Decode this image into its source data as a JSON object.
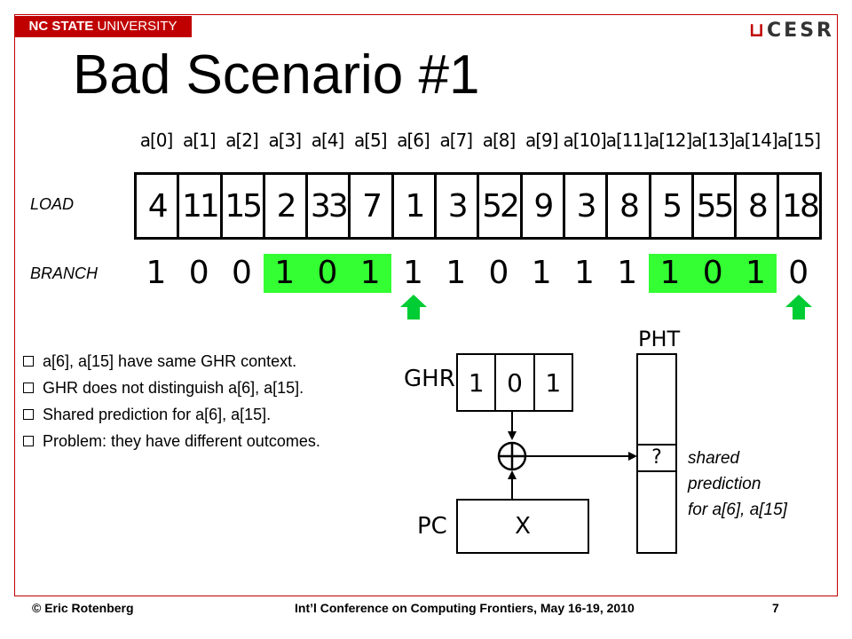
{
  "header": {
    "university_bold": "NC STATE",
    "university_rest": "UNIVERSITY",
    "logo_c": "⊔",
    "logo_text": "CESR",
    "title": "Bad Scenario #1"
  },
  "rows": {
    "load_label": "LOAD",
    "branch_label": "BRANCH"
  },
  "indices": [
    "a[0]",
    "a[1]",
    "a[2]",
    "a[3]",
    "a[4]",
    "a[5]",
    "a[6]",
    "a[7]",
    "a[8]",
    "a[9]",
    "a[10]",
    "a[11]",
    "a[12]",
    "a[13]",
    "a[14]",
    "a[15]"
  ],
  "load_values": [
    "4",
    "11",
    "15",
    "2",
    "33",
    "7",
    "1",
    "3",
    "52",
    "9",
    "3",
    "8",
    "5",
    "55",
    "8",
    "18"
  ],
  "branch_bits": [
    "1",
    "0",
    "0",
    "1",
    "0",
    "1",
    "1",
    "1",
    "0",
    "1",
    "1",
    "1",
    "1",
    "0",
    "1",
    "0"
  ],
  "highlight_groups": [
    [
      3,
      5
    ],
    [
      12,
      14
    ]
  ],
  "arrow_indices": [
    6,
    15
  ],
  "colors": {
    "frame": "#c00000",
    "highlight": "#33ff33",
    "arrow": "#00cc33"
  },
  "bullets": [
    "a[6], a[15] have same GHR context.",
    "GHR does not distinguish a[6], a[15].",
    "Shared prediction for a[6], a[15].",
    "Problem: they have different outcomes."
  ],
  "diagram": {
    "ghr_label": "GHR",
    "ghr_bits": [
      "1",
      "0",
      "1"
    ],
    "pc_label": "PC",
    "pc_value": "X",
    "xor_symbol": "⊕",
    "pht_label": "PHT",
    "pht_entry": "?",
    "note_lines": [
      "shared",
      "prediction",
      "for a[6], a[15]"
    ]
  },
  "footer": {
    "author": "© Eric Rotenberg",
    "conference": "Int’l Conference on Computing Frontiers, May 16-19, 2010",
    "page": "7"
  }
}
